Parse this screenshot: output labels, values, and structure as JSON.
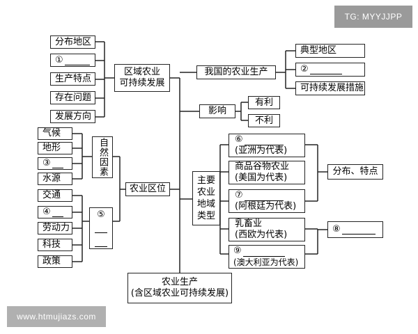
{
  "watermark_top": "TG: MYYJJPP",
  "watermark_bottom": "www.htmujiazs.com",
  "root": "农业生产",
  "root_sub": "(含区域农业可持续发展)",
  "regional": {
    "title_line1": "区域农业",
    "title_line2": "可持续发展",
    "items": [
      "分布地区",
      "①",
      "生产特点",
      "存在问题",
      "发展方向"
    ]
  },
  "china": {
    "title": "我国的农业生产",
    "items": [
      "典型地区",
      "②",
      "可持续发展措施"
    ]
  },
  "influence": {
    "title": "影响",
    "items": [
      "有利",
      "不利"
    ]
  },
  "location": {
    "title": "农业区位",
    "natural_label": "自然因素",
    "natural_items": [
      "气候",
      "地形",
      "③",
      "水源"
    ],
    "social_label": "⑤",
    "social_items": [
      "交通",
      "④",
      "劳动力",
      "科技",
      "政策"
    ]
  },
  "types": {
    "title": "主要农业地域类型",
    "items": [
      {
        "line1": "⑥",
        "line2": "(亚洲为代表)"
      },
      {
        "line1": "商品谷物农业",
        "line2": "(美国为代表)"
      },
      {
        "line1": "⑦",
        "line2": "(阿根廷为代表)"
      },
      {
        "line1": "乳畜业",
        "line2": "(西欧为代表)"
      },
      {
        "line1": "⑨",
        "line2": "(澳大利亚为代表)"
      }
    ],
    "right_a": "分布、特点",
    "right_b": "⑧"
  }
}
